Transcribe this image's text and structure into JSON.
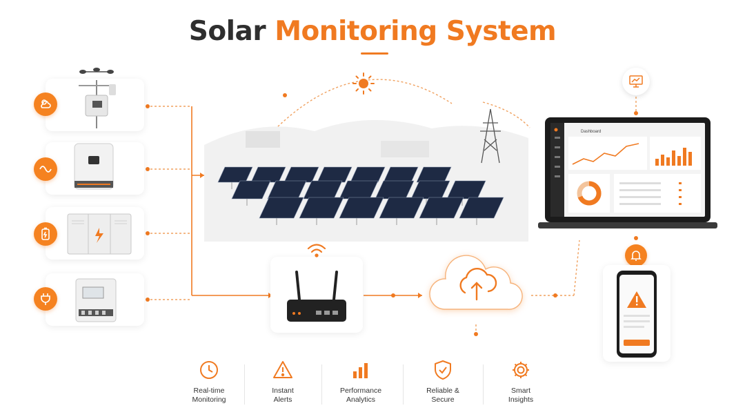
{
  "title": {
    "part1": "Solar",
    "part2": "Monitoring System"
  },
  "colors": {
    "accent": "#f07a21",
    "dark": "#2f2f2f",
    "panel": "#1e2a44"
  },
  "devices": [
    {
      "name": "weather-station",
      "icon": "cloud-sun-icon"
    },
    {
      "name": "inverter",
      "icon": "sine-wave-icon"
    },
    {
      "name": "battery-storage",
      "icon": "battery-icon"
    },
    {
      "name": "energy-meter",
      "icon": "plug-icon"
    }
  ],
  "dashboard": {
    "title": "Dashboard"
  },
  "features": [
    {
      "label": "Real-time\nMonitoring",
      "icon": "clock-icon"
    },
    {
      "label": "Instant\nAlerts",
      "icon": "warning-icon"
    },
    {
      "label": "Performance\nAnalytics",
      "icon": "bar-chart-icon"
    },
    {
      "label": "Reliable &\nSecure",
      "icon": "shield-check-icon"
    },
    {
      "label": "Smart\nInsights",
      "icon": "gear-icon"
    }
  ]
}
